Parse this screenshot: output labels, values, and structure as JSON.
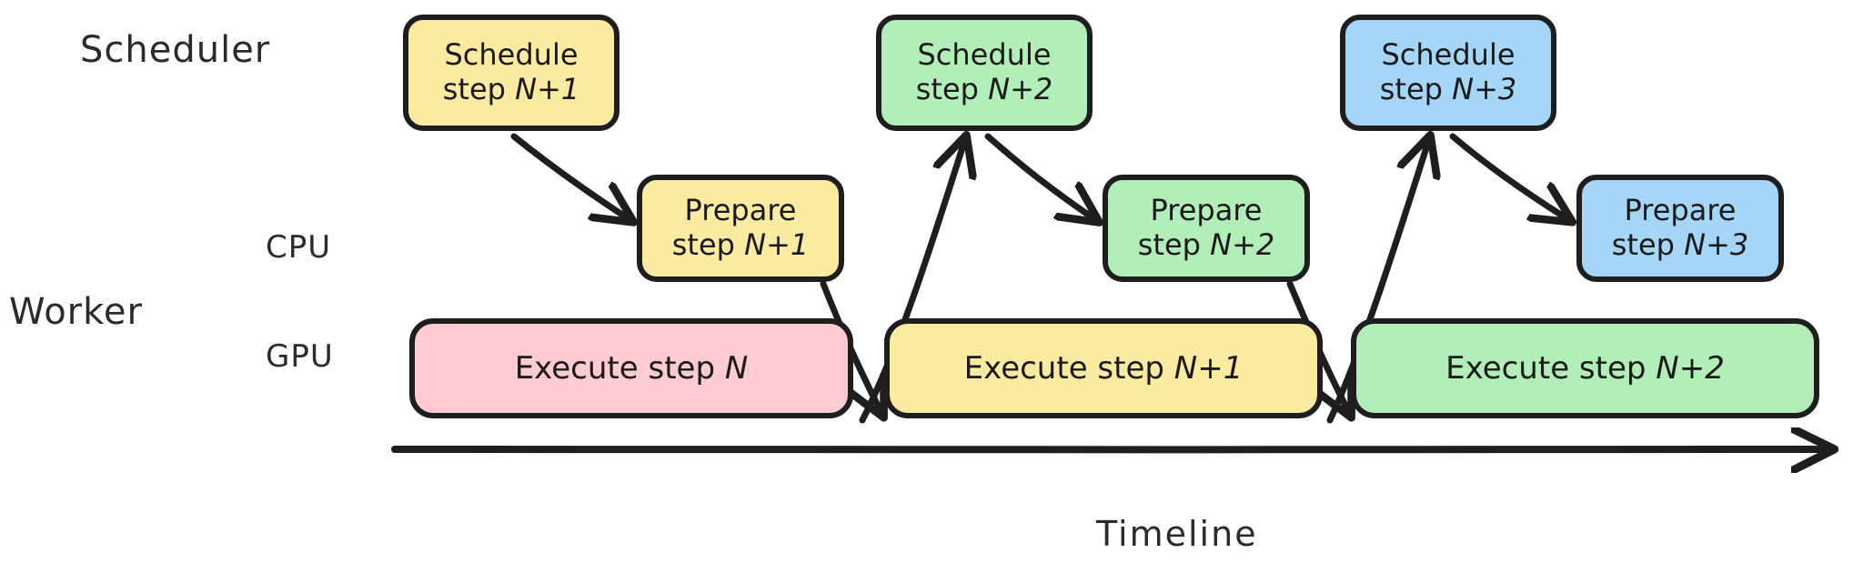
{
  "diagram": {
    "title": "Scheduler / Worker pipelined execution timeline",
    "background": "#ffffff",
    "ink": "#1e1e1e",
    "text_color": "#1a1a1a"
  },
  "lanes": {
    "scheduler_label": "Scheduler",
    "worker_label": "Worker",
    "cpu_label": "CPU",
    "gpu_label": "GPU"
  },
  "axis": {
    "caption": "Timeline",
    "direction": "left-to-right"
  },
  "palette": {
    "yellow": "#fbeba0",
    "green": "#b2eeb8",
    "blue": "#a5d6f7",
    "pink": "#fdcbd0",
    "border": "#1e1e1e"
  },
  "tasks": {
    "schedule": [
      {
        "line1": "Schedule",
        "line2_prefix": "step ",
        "line2_var": "N+1",
        "color": "#fbeba0"
      },
      {
        "line1": "Schedule",
        "line2_prefix": "step ",
        "line2_var": "N+2",
        "color": "#b2eeb8"
      },
      {
        "line1": "Schedule",
        "line2_prefix": "step ",
        "line2_var": "N+3",
        "color": "#a5d6f7"
      }
    ],
    "prepare": [
      {
        "line1": "Prepare",
        "line2_prefix": "step ",
        "line2_var": "N+1",
        "color": "#fbeba0"
      },
      {
        "line1": "Prepare",
        "line2_prefix": "step ",
        "line2_var": "N+2",
        "color": "#b2eeb8"
      },
      {
        "line1": "Prepare",
        "line2_prefix": "step ",
        "line2_var": "N+3",
        "color": "#a5d6f7"
      }
    ],
    "execute": [
      {
        "prefix": "Execute step ",
        "var": "N",
        "color": "#fdcbd0"
      },
      {
        "prefix": "Execute step ",
        "var": "N+1",
        "color": "#fbeba0"
      },
      {
        "prefix": "Execute step ",
        "var": "N+2",
        "color": "#b2eeb8"
      }
    ]
  }
}
